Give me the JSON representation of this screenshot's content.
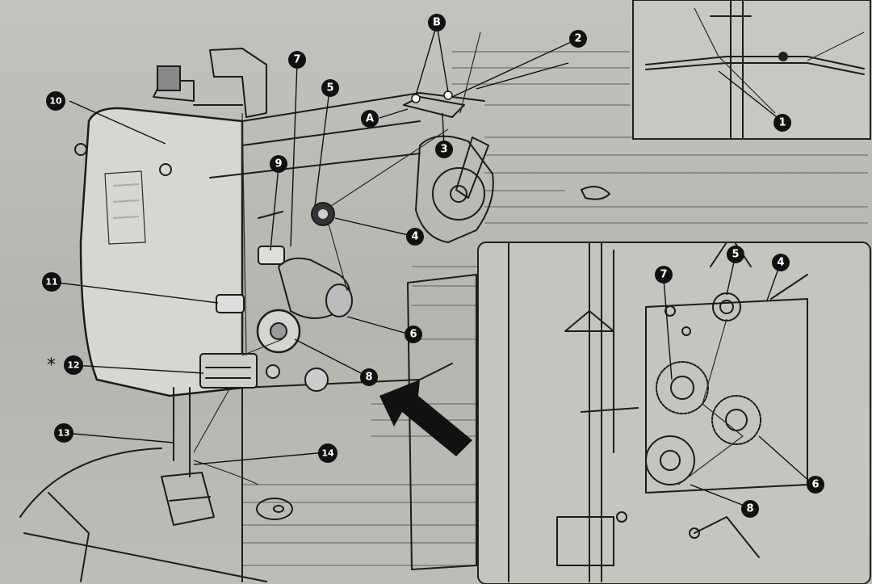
{
  "callouts": {
    "c1": "1",
    "c2": "2",
    "c3": "3",
    "c4": "4",
    "c5": "5",
    "c6": "6",
    "c7": "7",
    "c8": "8",
    "c9": "9",
    "c10": "10",
    "c11": "11",
    "c12": "12",
    "c13": "13",
    "c14": "14",
    "cA": "A",
    "cB": "B",
    "i4": "4",
    "i5": "5",
    "i6": "6",
    "i7": "7",
    "i8": "8"
  },
  "asterisk": "*",
  "colors": {
    "ink": "#1c1c1c",
    "paper": "#bebcb7",
    "callout": "#111111"
  }
}
